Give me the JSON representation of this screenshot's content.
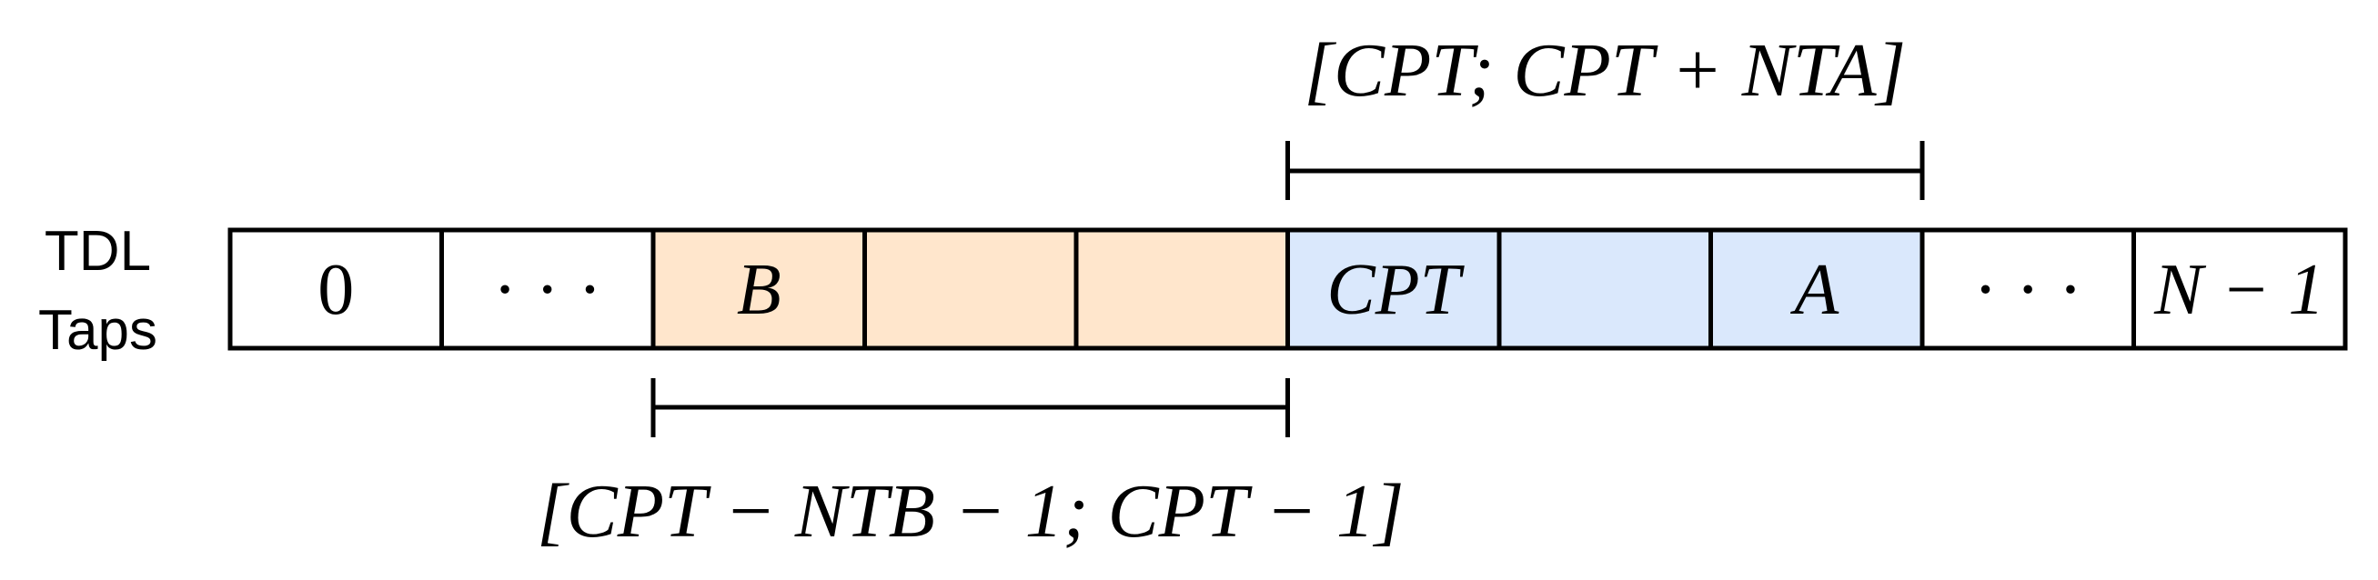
{
  "row_label": {
    "line1": "TDL",
    "line2": "Taps"
  },
  "taps": [
    {
      "id": "tap-0",
      "label": "0",
      "italic": false,
      "fill": "#ffffff"
    },
    {
      "id": "tap-ellipsis-left",
      "label": "· · ·",
      "italic": false,
      "fill": "#ffffff"
    },
    {
      "id": "tap-b",
      "label": "B",
      "italic": true,
      "fill": "#ffe6cc"
    },
    {
      "id": "tap-b-2",
      "label": "",
      "italic": false,
      "fill": "#ffe6cc"
    },
    {
      "id": "tap-b-3",
      "label": "",
      "italic": false,
      "fill": "#ffe6cc"
    },
    {
      "id": "tap-cpt",
      "label": "CPT",
      "italic": true,
      "fill": "#dae8fc"
    },
    {
      "id": "tap-a-1",
      "label": "",
      "italic": false,
      "fill": "#dae8fc"
    },
    {
      "id": "tap-a",
      "label": "A",
      "italic": true,
      "fill": "#dae8fc"
    },
    {
      "id": "tap-ellipsis-right",
      "label": "· · ·",
      "italic": false,
      "fill": "#ffffff"
    },
    {
      "id": "tap-n-minus-1",
      "label": "N − 1",
      "italic": true,
      "fill": "#ffffff"
    }
  ],
  "ranges": {
    "top": {
      "label": "[CPT; CPT + NTA]",
      "from_tap": 5,
      "to_tap": 8
    },
    "bottom": {
      "label": "[CPT − NTB − 1; CPT − 1]",
      "from_tap": 2,
      "to_tap": 5
    }
  },
  "colors": {
    "stroke": "#000000",
    "b_fill": "#ffe6cc",
    "a_fill": "#dae8fc"
  }
}
